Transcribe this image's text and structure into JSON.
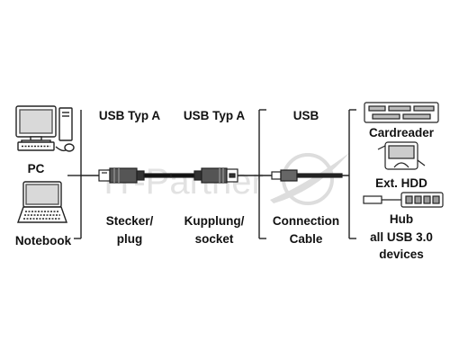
{
  "left": {
    "pc": "PC",
    "notebook": "Notebook"
  },
  "connectors": {
    "usb_a_1": "USB Typ A",
    "usb_a_2": "USB Typ A",
    "usb": "USB",
    "stecker": "Stecker/",
    "plug": "plug",
    "kupplung": "Kupplung/",
    "socket": "socket",
    "connection": "Connection",
    "cable": "Cable"
  },
  "right": {
    "cardreader": "Cardreader",
    "ext_hdd": "Ext. HDD",
    "hub": "Hub",
    "all_usb": "all USB 3.0",
    "devices": "devices"
  },
  "watermark": {
    "text": "IT-Partner"
  },
  "icons": [
    "pc-icon",
    "notebook-icon",
    "usb-plug-icon",
    "usb-socket-icon",
    "usb-cable-end-icon",
    "cardreader-icon",
    "external-hdd-icon",
    "usb-hub-icon",
    "watermark-swoosh-icon"
  ]
}
